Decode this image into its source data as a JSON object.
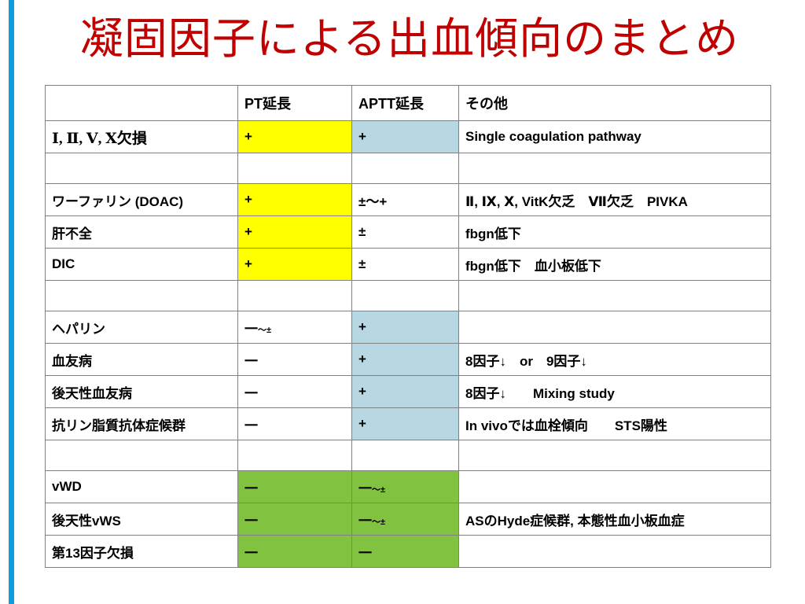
{
  "slide": {
    "title": "凝固因子による出血傾向のまとめ",
    "title_color": "#c00000",
    "accent_bar_color": "#0d9ee0"
  },
  "colors": {
    "pt_header": "#ff0000",
    "aptt_header": "#33ccff",
    "fill_yellow": "#ffff00",
    "fill_blue": "#b7d8e3",
    "fill_green": "#82c241",
    "border": "#808080"
  },
  "table": {
    "headers": {
      "name": "",
      "pt": "PT延長",
      "aptt": "APTT延長",
      "other": "その他"
    },
    "rows": [
      {
        "type": "data",
        "name": "Ⅰ, Ⅱ, Ⅴ, Ⅹ欠損",
        "name_style": "roman",
        "pt": "+",
        "pt_fill": "yellow",
        "aptt": "+",
        "aptt_fill": "blue",
        "other": "Single coagulation pathway"
      },
      {
        "type": "spacer",
        "name": "",
        "pt": "",
        "aptt": "",
        "other": ""
      },
      {
        "type": "data",
        "name": "ワーファリン (DOAC)",
        "pt": "+",
        "pt_fill": "yellow",
        "aptt": "±〜+",
        "aptt_fill": "none",
        "other": "Ⅱ, Ⅸ, Ⅹ, VitK欠乏　Ⅶ欠乏　PIVKA"
      },
      {
        "type": "data",
        "name": "肝不全",
        "pt": "+",
        "pt_fill": "yellow",
        "aptt": "±",
        "aptt_fill": "none",
        "other": "fbgn低下"
      },
      {
        "type": "data",
        "name": "DIC",
        "pt": "+",
        "pt_fill": "yellow",
        "aptt": "±",
        "aptt_fill": "none",
        "other": "fbgn低下　血小板低下"
      },
      {
        "type": "spacer",
        "name": "",
        "pt": "",
        "aptt": "",
        "other": ""
      },
      {
        "type": "data",
        "name": "ヘパリン",
        "pt": "一",
        "pt_suffix": "〜±",
        "pt_fill": "none",
        "aptt": "+",
        "aptt_fill": "blue",
        "other": ""
      },
      {
        "type": "data",
        "name": "血友病",
        "pt": "一",
        "pt_fill": "none",
        "aptt": "+",
        "aptt_fill": "blue",
        "other": "8因子↓　or　9因子↓"
      },
      {
        "type": "data",
        "name": "後天性血友病",
        "pt": "一",
        "pt_fill": "none",
        "aptt": "+",
        "aptt_fill": "blue",
        "other": "8因子↓　　Mixing study"
      },
      {
        "type": "data",
        "name": "抗リン脂質抗体症候群",
        "pt": "一",
        "pt_fill": "none",
        "aptt": "+",
        "aptt_fill": "blue",
        "other": "In vivoでは血栓傾向　　STS陽性"
      },
      {
        "type": "spacer",
        "name": "",
        "pt": "",
        "aptt": "",
        "other": ""
      },
      {
        "type": "data",
        "name": "vWD",
        "pt": "一",
        "pt_fill": "green",
        "aptt": "一",
        "aptt_suffix": "〜±",
        "aptt_fill": "green",
        "other": ""
      },
      {
        "type": "data",
        "name": "後天性vWS",
        "pt": "一",
        "pt_fill": "green",
        "aptt": "一",
        "aptt_suffix": "〜±",
        "aptt_fill": "green",
        "other": "ASのHyde症候群, 本態性血小板血症"
      },
      {
        "type": "data",
        "name": "第13因子欠損",
        "pt": "一",
        "pt_fill": "green",
        "aptt": "一",
        "aptt_fill": "green",
        "other": ""
      }
    ]
  }
}
